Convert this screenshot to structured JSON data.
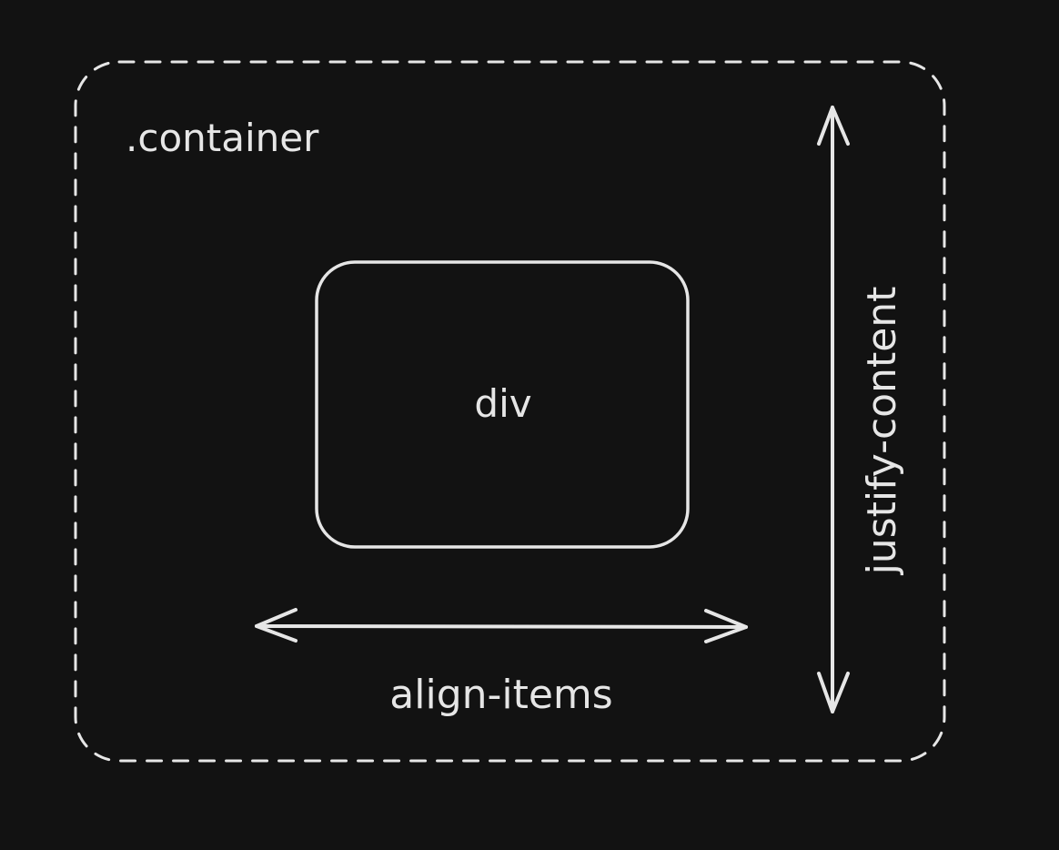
{
  "diagram": {
    "container_label": ".container",
    "child_label": "div",
    "horizontal_arrow_label": "align-items",
    "vertical_arrow_label": "justify-content"
  },
  "colors": {
    "background": "#121212",
    "stroke": "#e6e6e6"
  }
}
